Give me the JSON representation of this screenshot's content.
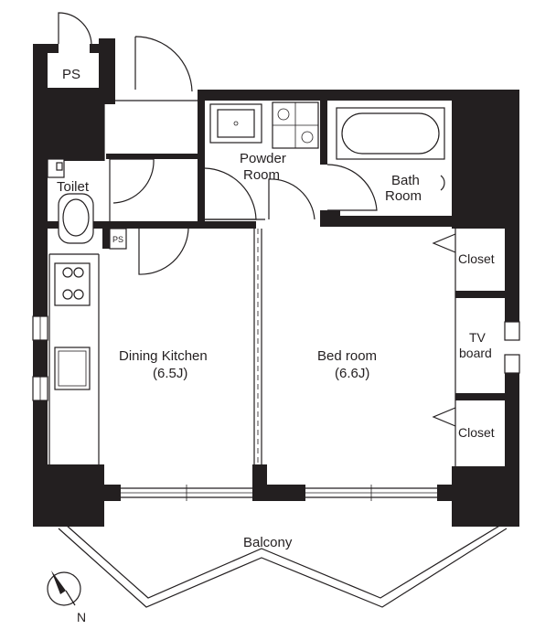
{
  "rooms": {
    "ps_top": "PS",
    "ps_small": "PS",
    "toilet": "Toilet",
    "powder_room": [
      "Powder",
      "Room"
    ],
    "bath_room": [
      "Bath",
      "Room"
    ],
    "closet_upper": "Closet",
    "closet_lower": "Closet",
    "tv_board": [
      "TV",
      "board"
    ],
    "dining_kitchen": [
      "Dining Kitchen",
      "(6.5J)"
    ],
    "bed_room": [
      "Bed room",
      "(6.6J)"
    ],
    "balcony": "Balcony"
  },
  "compass": {
    "north_label": "N"
  },
  "colors": {
    "wall": "#231f20",
    "background": "#ffffff"
  }
}
